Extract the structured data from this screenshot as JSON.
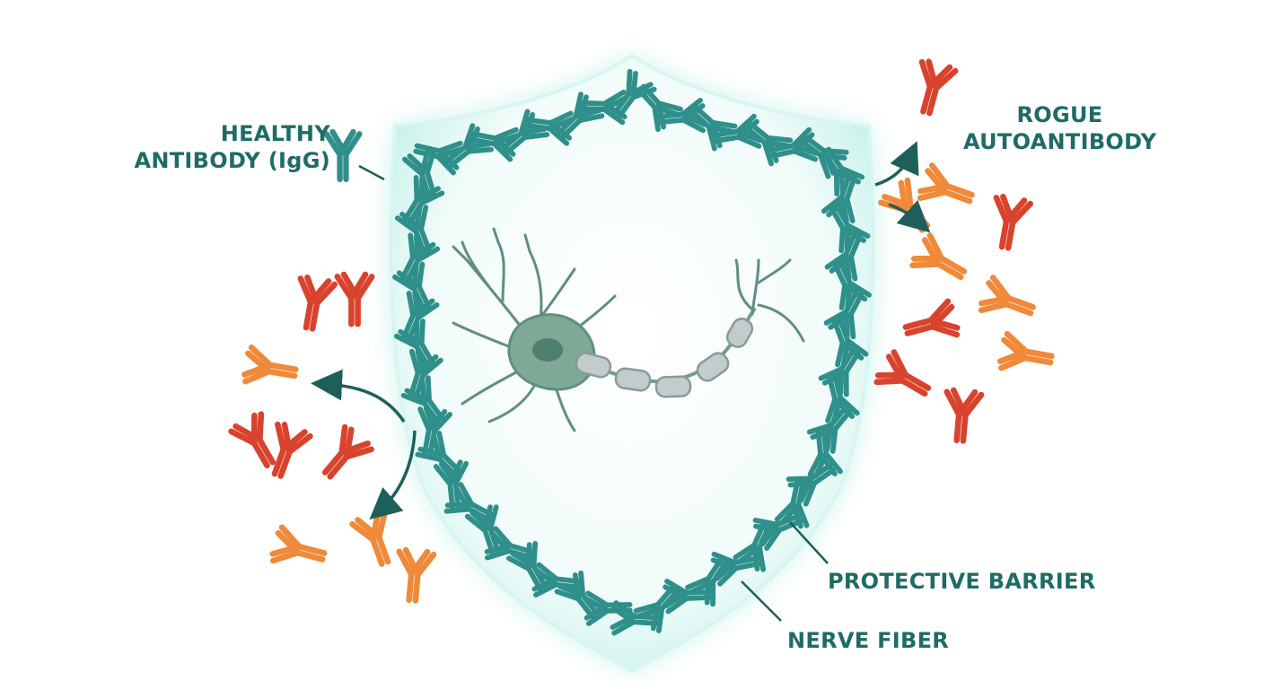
{
  "labels": {
    "healthy_line1": "HEALTHY",
    "healthy_line2": "ANTIBODY (IgG)",
    "rogue_line1": "ROGUE",
    "rogue_line2": "AUTOANTIBODY",
    "barrier": "PROTECTIVE BARRIER",
    "nerve": "NERVE FIBER"
  },
  "colors": {
    "text": "#1f6b66",
    "healthy_antibody": "#2f8f8a",
    "rogue_red": "#d9432e",
    "rogue_orange": "#f0893a",
    "shield_glow": "#9fe6dd",
    "neuron": "#6f9e8c",
    "myelin": "#b9c4c4",
    "arrow": "#1f5f5b"
  },
  "icons": {
    "antibody": "y-shaped-antibody-icon",
    "neuron": "neuron-cell-icon",
    "shield": "shield-barrier-icon"
  }
}
